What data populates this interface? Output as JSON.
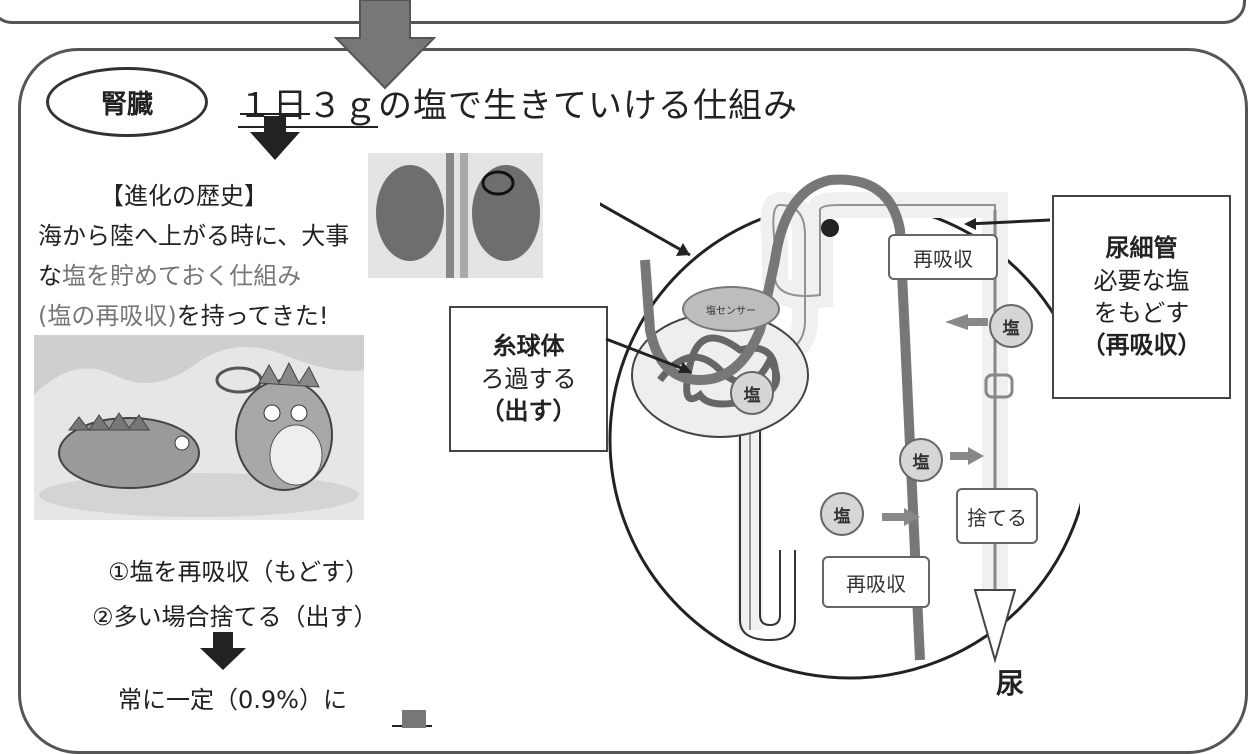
{
  "header": {
    "organ_label": "腎臓",
    "title_underlined": "１日３ｇ",
    "title_rest": "の塩で生きていける仕組み"
  },
  "evolution": {
    "heading": "【進化の歴史】",
    "line1": "海から陸へ上がる時に、大事",
    "line2_prefix": "な",
    "line2_gray": "塩を貯めておく仕組み",
    "line3_gray": "(塩の再吸収)",
    "line3_rest": "を持ってきた!"
  },
  "mechanism": {
    "item1": "①塩を再吸収（もどす）",
    "item2": "②多い場合捨てる（出す）",
    "result": "常に一定（0.9%）に"
  },
  "glomerulus": {
    "title": "糸球体",
    "line2": "ろ過する",
    "line3": "（出す）"
  },
  "tubule": {
    "title": "尿細管",
    "line2": "必要な塩",
    "line3": "をもどす",
    "line4": "（再吸収）"
  },
  "diagram": {
    "sensor_label": "塩センサー",
    "reabsorb_top": "再吸収",
    "reabsorb_bottom": "再吸収",
    "discard": "捨てる",
    "salt_1": "塩",
    "salt_2": "塩",
    "salt_3": "塩",
    "salt_4": "塩",
    "urine": "尿"
  }
}
